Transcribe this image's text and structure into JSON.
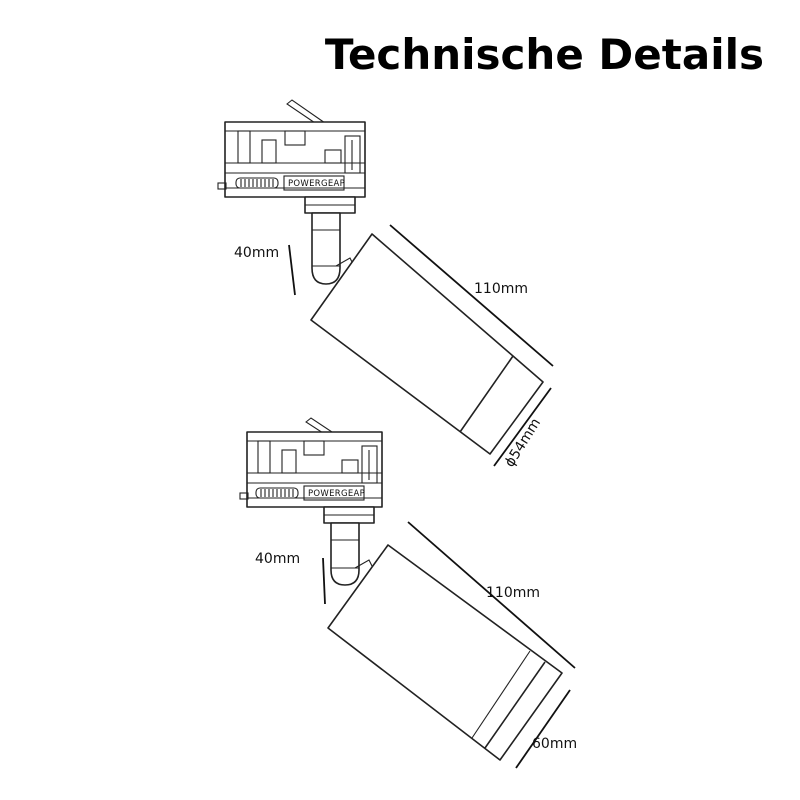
{
  "title": "Technische Details",
  "views": [
    {
      "adapter_brand": "POWERGEAP",
      "dim_height": "40mm",
      "dim_length": "110mm",
      "dim_diameter": "ϕ54mm"
    },
    {
      "adapter_brand": "POWERGEAP",
      "dim_height": "40mm",
      "dim_length": "110mm",
      "dim_width": "60mm"
    }
  ]
}
